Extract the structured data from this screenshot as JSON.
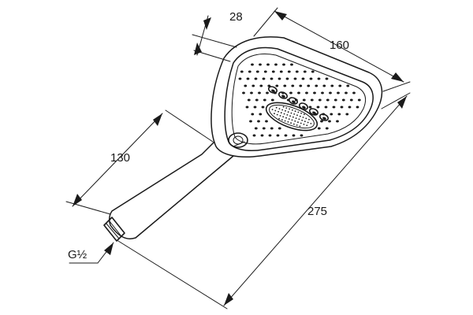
{
  "drawing": {
    "subject": "hand shower",
    "dimensions": {
      "head_depth": "28",
      "head_width": "160",
      "handle_length": "130",
      "overall_length": "275",
      "thread": "G½"
    }
  }
}
